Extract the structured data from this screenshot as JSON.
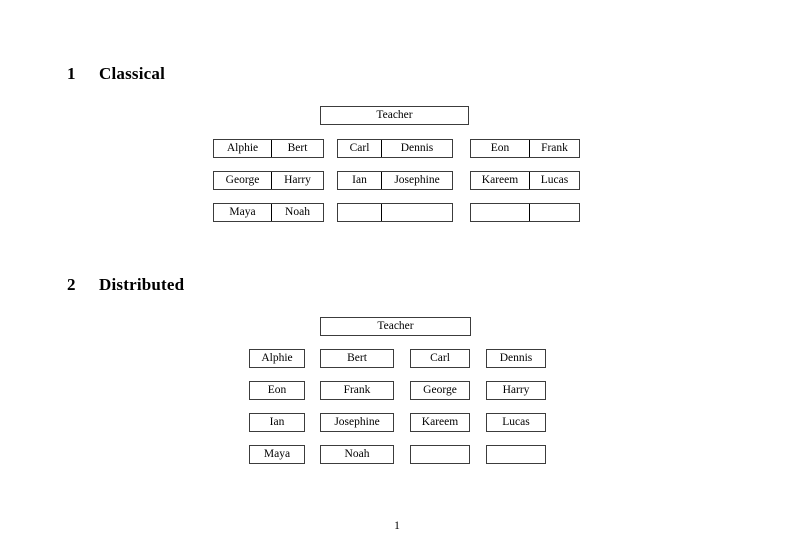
{
  "document": {
    "page_number": "1"
  },
  "sections": [
    {
      "number": "1",
      "title": "Classical",
      "root": {
        "label": "Teacher"
      },
      "groups": [
        {
          "rows": [
            {
              "cells": [
                {
                  "label": "Alphie"
                },
                {
                  "label": "Bert"
                }
              ]
            },
            {
              "cells": [
                {
                  "label": "George"
                },
                {
                  "label": "Harry"
                }
              ]
            },
            {
              "cells": [
                {
                  "label": "Maya"
                },
                {
                  "label": "Noah"
                }
              ]
            }
          ]
        },
        {
          "rows": [
            {
              "cells": [
                {
                  "label": "Carl"
                },
                {
                  "label": "Dennis"
                }
              ]
            },
            {
              "cells": [
                {
                  "label": "Ian"
                },
                {
                  "label": "Josephine"
                }
              ]
            },
            {
              "cells": [
                {
                  "label": ""
                },
                {
                  "label": ""
                }
              ]
            }
          ]
        },
        {
          "rows": [
            {
              "cells": [
                {
                  "label": "Eon"
                },
                {
                  "label": "Frank"
                }
              ]
            },
            {
              "cells": [
                {
                  "label": "Kareem"
                },
                {
                  "label": "Lucas"
                }
              ]
            },
            {
              "cells": [
                {
                  "label": ""
                },
                {
                  "label": ""
                }
              ]
            }
          ]
        }
      ]
    },
    {
      "number": "2",
      "title": "Distributed",
      "root": {
        "label": "Teacher"
      },
      "rows": [
        {
          "cells": [
            {
              "label": "Alphie"
            },
            {
              "label": "Bert"
            },
            {
              "label": "Carl"
            },
            {
              "label": "Dennis"
            }
          ]
        },
        {
          "cells": [
            {
              "label": "Eon"
            },
            {
              "label": "Frank"
            },
            {
              "label": "George"
            },
            {
              "label": "Harry"
            }
          ]
        },
        {
          "cells": [
            {
              "label": "Ian"
            },
            {
              "label": "Josephine"
            },
            {
              "label": "Kareem"
            },
            {
              "label": "Lucas"
            }
          ]
        },
        {
          "cells": [
            {
              "label": "Maya"
            },
            {
              "label": "Noah"
            },
            {
              "label": ""
            },
            {
              "label": ""
            }
          ]
        }
      ]
    }
  ],
  "colors": {
    "border": "#3c3c3c",
    "divider": "#000000",
    "text": "#000000",
    "background": "#ffffff"
  }
}
